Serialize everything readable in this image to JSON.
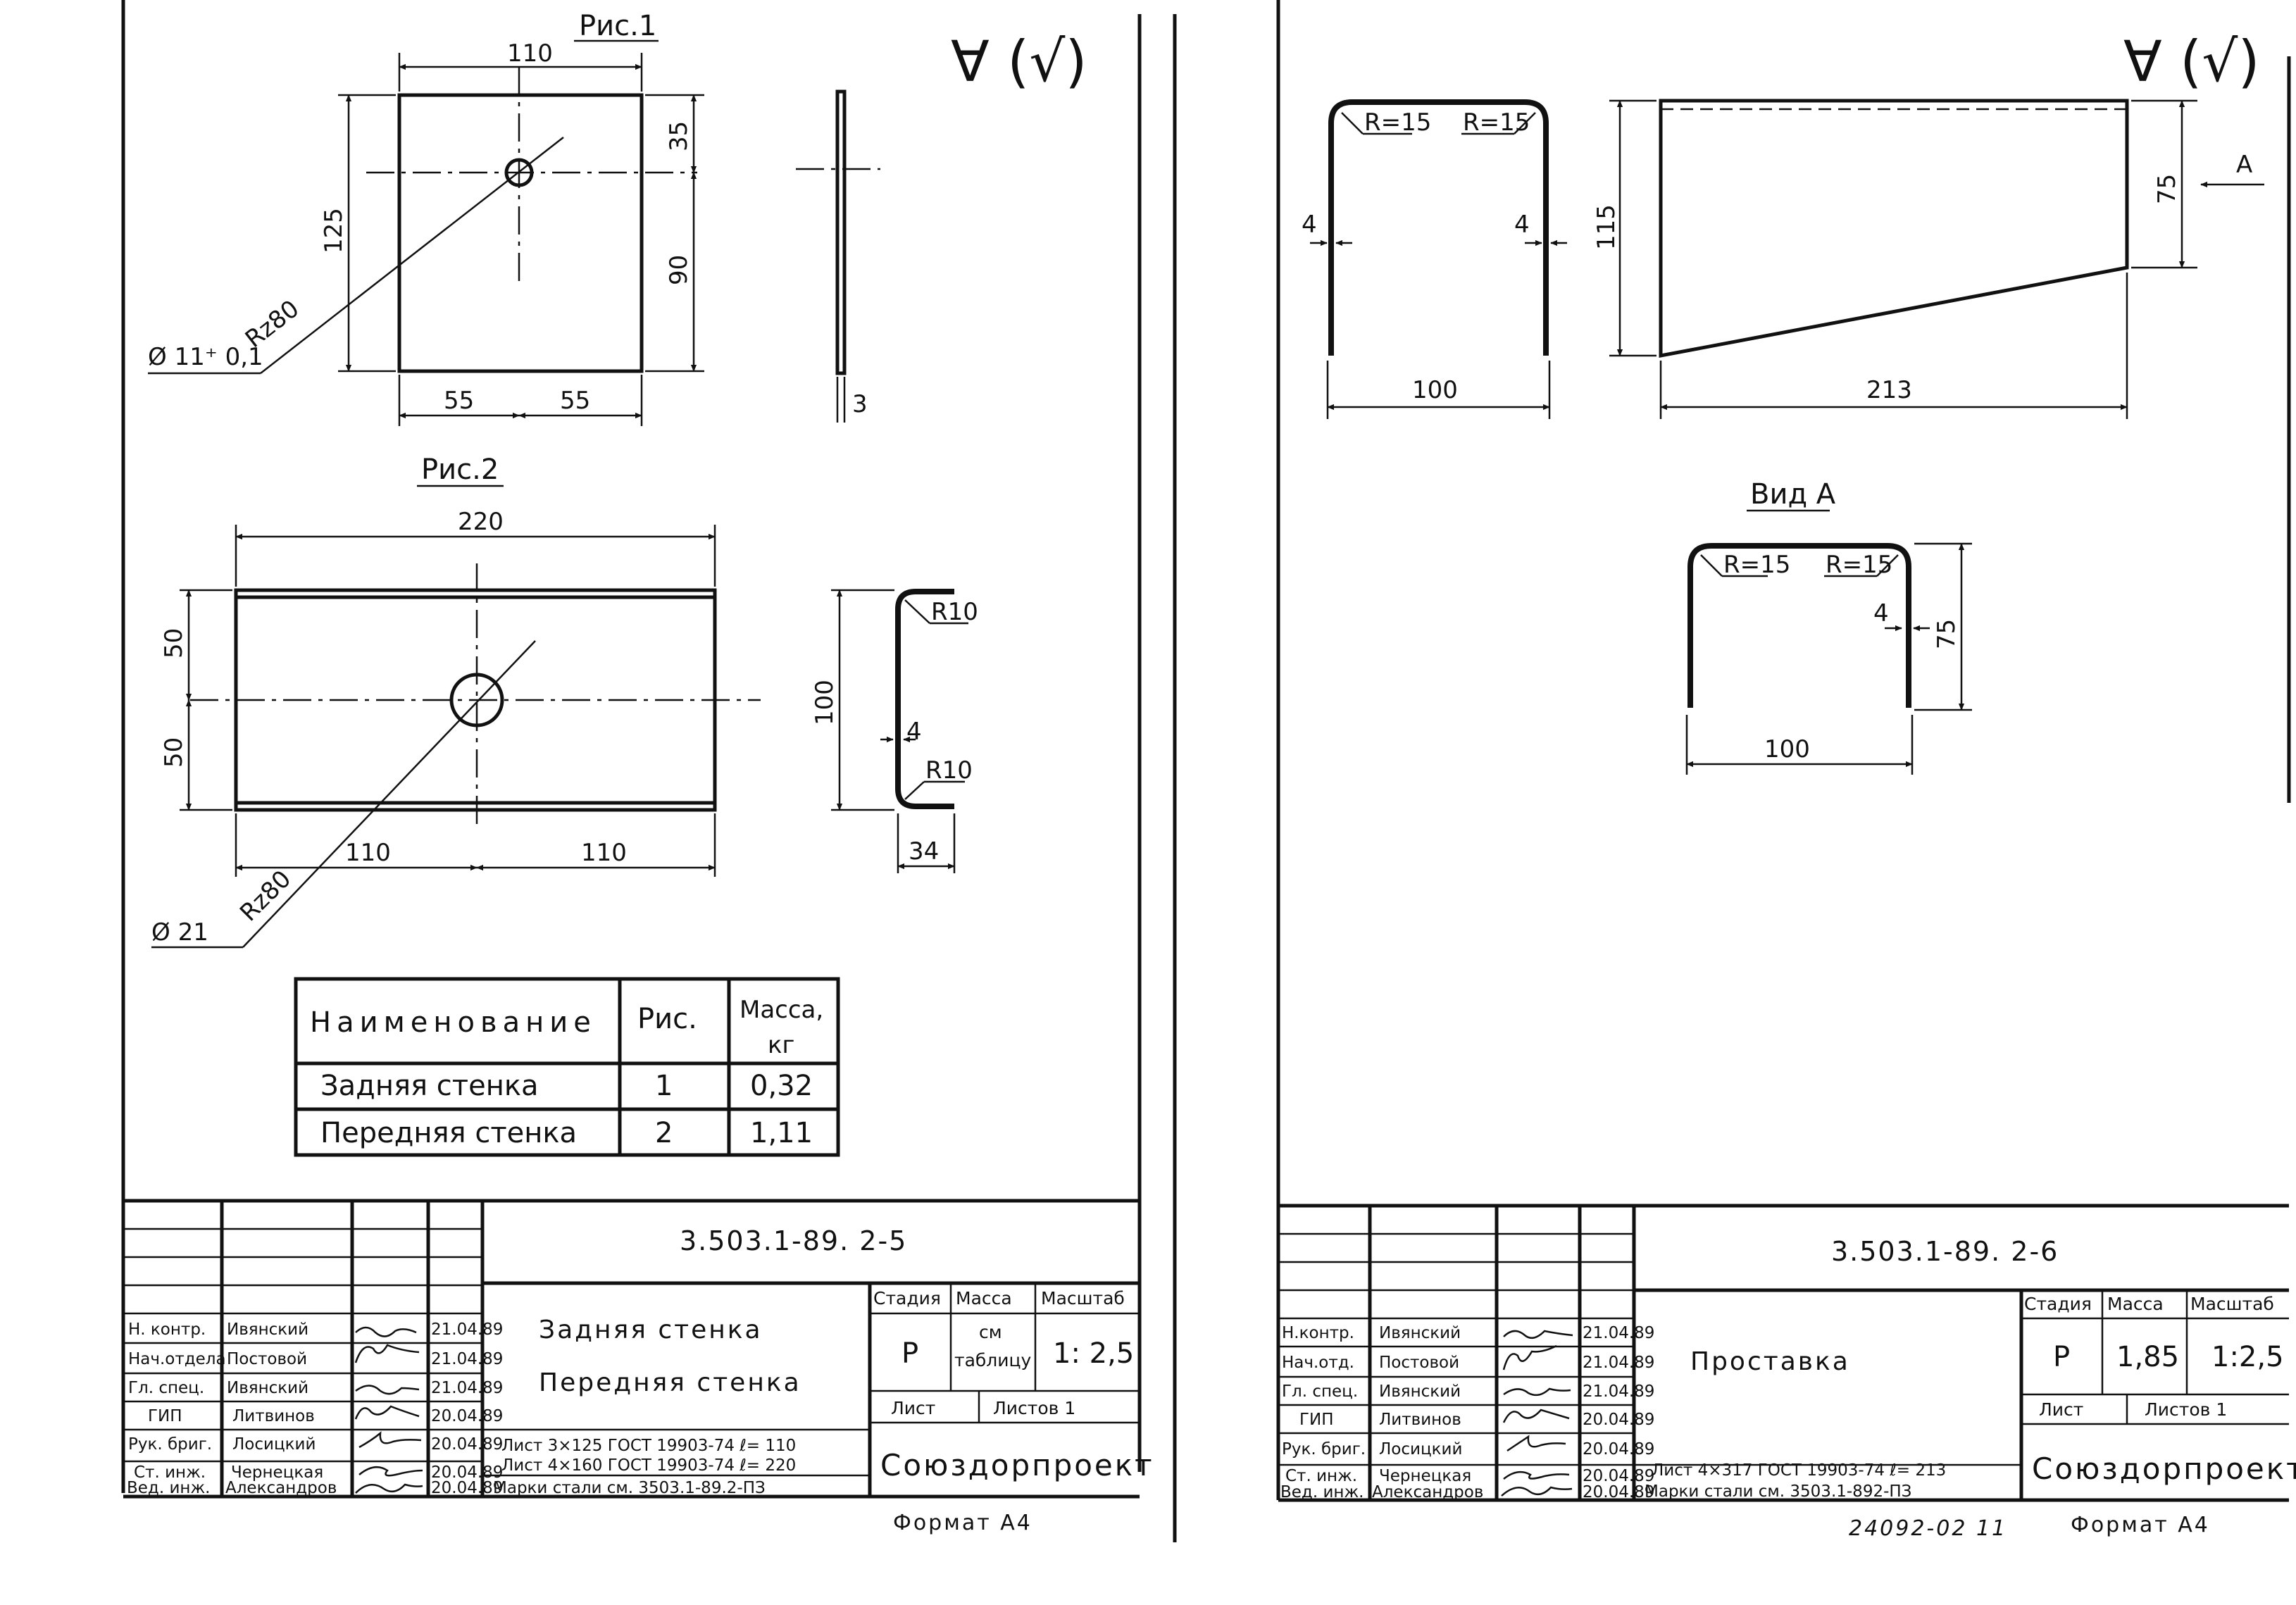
{
  "sheet_left": {
    "finish_mark": "∀ (√)",
    "fig1": {
      "caption": "Рис.1",
      "dims": {
        "width": "110",
        "top_offset": "35",
        "bottom_offset": "90",
        "height": "125",
        "half_a": "55",
        "half_b": "55",
        "thickness": "3"
      },
      "hole_label": "Ø 11⁺ 0,1",
      "roughness": "Rz80"
    },
    "fig2": {
      "caption": "Рис.2",
      "dims": {
        "length": "220",
        "half_top": "50",
        "half_bottom": "50",
        "half_left": "110",
        "half_right": "110",
        "depth": "100",
        "flange": "34",
        "thickness": "4",
        "radius_top": "R10",
        "radius_bottom": "R10"
      },
      "hole_label": "Ø 21",
      "roughness": "Rz80"
    },
    "table": {
      "headers": [
        "Наименование",
        "Рис.",
        "Масса,",
        "кг"
      ],
      "rows": [
        {
          "name": "Задняя   стенка",
          "fig": "1",
          "mass": "0,32"
        },
        {
          "name": "Передняя  стенка",
          "fig": "2",
          "mass": "1,11"
        }
      ]
    },
    "title_block": {
      "code": "3.503.1-89. 2-5",
      "title_lines": [
        "Задняя  стенка",
        "Передняя  стенка"
      ],
      "stage_header": "Стадия",
      "mass_header": "Масса",
      "scale_header": "Масштаб",
      "stage": "Р",
      "mass_lines": [
        "см",
        "таблицу"
      ],
      "scale": "1: 2,5",
      "sheet_label": "Лист",
      "sheets_label": "Листов 1",
      "material_lines": [
        "Лист 3×125 ГОСТ 19903-74  ℓ= 110",
        "Лист 4×160 ГОСТ 19903-74  ℓ= 220",
        "Марки стали см. 3503.1-89.2-ПЗ"
      ],
      "org": "Союздорпроект",
      "people": [
        {
          "role": "Н. контр.",
          "name": "Ивянский",
          "date": "21.04.89"
        },
        {
          "role": "Нач.отдела",
          "name": "Постовой",
          "date": "21.04.89"
        },
        {
          "role": "Гл. спец.",
          "name": "Ивянский",
          "date": "21.04.89"
        },
        {
          "role": "ГИП",
          "name": "Литвинов",
          "date": "20.04.89"
        },
        {
          "role": "Рук. бриг.",
          "name": "Лосицкий",
          "date": "20.04.89"
        },
        {
          "role": "Ст. инж.",
          "name": "Чернецкая",
          "date": "20.04.89"
        },
        {
          "role": "Вед. инж.",
          "name": "Александров",
          "date": "20.04.89"
        }
      ],
      "format": "Формат  А4"
    }
  },
  "sheet_right": {
    "finish_mark": "∀ (√)",
    "front": {
      "dims": {
        "width": "100",
        "height": "115",
        "thickness_l": "4",
        "thickness_r": "4"
      },
      "radius_l": "R=15",
      "radius_r": "R=15"
    },
    "side": {
      "dims": {
        "length": "213",
        "height": "75"
      },
      "view_arrow": "А"
    },
    "view_a": {
      "caption": "Вид А",
      "dims": {
        "width": "100",
        "height": "75",
        "thickness": "4"
      },
      "radius_l": "R=15",
      "radius_r": "R=15"
    },
    "title_block": {
      "code": "3.503.1-89. 2-6",
      "title": "Проставка",
      "stage_header": "Стадия",
      "mass_header": "Масса",
      "scale_header": "Масштаб",
      "stage": "Р",
      "mass": "1,85",
      "scale": "1:2,5",
      "sheet_label": "Лист",
      "sheets_label": "Листов 1",
      "material_lines": [
        "Лист 4×317 ГОСТ 19903-74  ℓ= 213",
        "Марки стали см. 3503.1-892-ПЗ"
      ],
      "org": "Союздорпроект",
      "people": [
        {
          "role": "Н.контр.",
          "name": "Ивянский",
          "date": "21.04.89"
        },
        {
          "role": "Нач.отд.",
          "name": "Постовой",
          "date": "21.04.89"
        },
        {
          "role": "Гл. спец.",
          "name": "Ивянский",
          "date": "21.04.89"
        },
        {
          "role": "ГИП",
          "name": "Литвинов",
          "date": "20.04.89"
        },
        {
          "role": "Рук. бриг.",
          "name": "Лосицкий",
          "date": "20.04.89"
        },
        {
          "role": "Ст. инж.",
          "name": "Чернецкая",
          "date": "20.04.89"
        },
        {
          "role": "Вед. инж.",
          "name": "Александров",
          "date": "20.04.89"
        }
      ],
      "archive_number": "24092-02  11",
      "format": "Формат  А4"
    }
  }
}
